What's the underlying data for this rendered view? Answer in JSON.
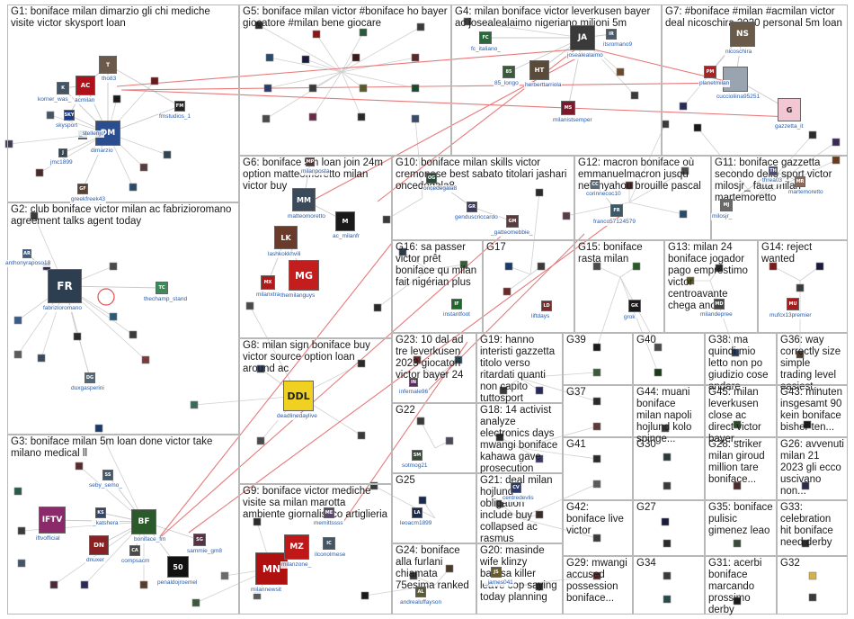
{
  "groups": [
    {
      "id": "G1",
      "title": "G1: boniface milan dimarzio gli chi mediche visite victor skysport loan"
    },
    {
      "id": "G2",
      "title": "G2: club boniface victor milan ac fabrizioromano agreement talks agent today"
    },
    {
      "id": "G3",
      "title": "G3: boniface milan 5m loan done victor take milano medical ll"
    },
    {
      "id": "G4",
      "title": "G4: milan boniface victor leverkusen bayer ac josealealaimo nigeriano milioni 5m"
    },
    {
      "id": "G5",
      "title": "G5: boniface milan victor #boniface ho bayer giocatore #milan bene giocare"
    },
    {
      "id": "G6",
      "title": "G6: boniface 5m loan join 24m option matteomoretto milan victor buy"
    },
    {
      "id": "G7",
      "title": "G7: #boniface #milan #acmilan victor deal nicoschira 2030 personal 5m loan"
    },
    {
      "id": "G8",
      "title": "G8: milan sign boniface buy victor source option loan around ac"
    },
    {
      "id": "G9",
      "title": "G9: boniface victor mediche visite sa milan marotta ambiente giornalistico artiglieria"
    },
    {
      "id": "G10",
      "title": "G10: boniface milan skills victor cremonese best sabato titolari jashari oncedegala8"
    },
    {
      "id": "G11",
      "title": "G11: boniface gazzetta secondo dello sport victor milosjr_ fatta milan martemoretto"
    },
    {
      "id": "G12",
      "title": "G12: macron boniface où emmanuelmacron jusqu netanyahou brouille pascal"
    },
    {
      "id": "G13",
      "title": "G13: milan 24 boniface jogador pago empréstimo victor centroavante chega anos"
    },
    {
      "id": "G14",
      "title": "G14: reject wanted"
    },
    {
      "id": "G15",
      "title": "G15: boniface rasta milan"
    },
    {
      "id": "G16",
      "title": "G16: sa passer victor prêt boniface qu milan fait nigérian plus"
    },
    {
      "id": "G17",
      "title": "G17"
    },
    {
      "id": "G18",
      "title": "G18: 14 activist analyze electronics days mwangi boniface kahawa gave prosecution"
    },
    {
      "id": "G19",
      "title": "G19: hanno interisti gazzetta titolo verso ritardati quanti non capito tuttosport"
    },
    {
      "id": "G20",
      "title": "G20: masinde wife klinzy barasa killer leave cop saying today planning"
    },
    {
      "id": "G21",
      "title": "G21: deal milan hojlund obligation include buy collapsed ac rasmus"
    },
    {
      "id": "G22",
      "title": "G22"
    },
    {
      "id": "G23",
      "title": "G23: 10 dal ad tre leverkusen 2023 giocatori victor bayer 24"
    },
    {
      "id": "G24",
      "title": "G24: boniface alla furlani chiamata 75esima ranked"
    },
    {
      "id": "G25",
      "title": "G25"
    },
    {
      "id": "G26",
      "title": "G26: avvenuti milan 21 2023 gli ecco uscivano non..."
    },
    {
      "id": "G27",
      "title": "G27"
    },
    {
      "id": "G28",
      "title": "G28: striker milan giroud million tare boniface..."
    },
    {
      "id": "G29",
      "title": "G29: mwangi accused possession boniface..."
    },
    {
      "id": "G30",
      "title": "G30"
    },
    {
      "id": "G31",
      "title": "G31: acerbi boniface marcando prossimo derby"
    },
    {
      "id": "G32",
      "title": "G32"
    },
    {
      "id": "G33",
      "title": "G33: celebration hit boniface need derby"
    },
    {
      "id": "G34",
      "title": "G34"
    },
    {
      "id": "G35",
      "title": "G35: boniface pulisic gimenez leao"
    },
    {
      "id": "G36",
      "title": "G36: way correctly size simple trading level easiest..."
    },
    {
      "id": "G37",
      "title": "G37"
    },
    {
      "id": "G38",
      "title": "G38: ma quindi mio letto non po giudizio cose andare"
    },
    {
      "id": "G39",
      "title": "G39"
    },
    {
      "id": "G40",
      "title": "G40"
    },
    {
      "id": "G41",
      "title": "G41"
    },
    {
      "id": "G42",
      "title": "G42: boniface live victor"
    },
    {
      "id": "G43",
      "title": "G43: minuten insgesamt 90 kein boniface bisher ten..."
    },
    {
      "id": "G44",
      "title": "G44: muani boniface milan napoli hojlund kolo spinge..."
    },
    {
      "id": "G45",
      "title": "G45: milan leverkusen close ac direct victor bayer..."
    }
  ],
  "nodes": [
    {
      "label": "dimarzio",
      "initials": "DM",
      "color": "#2a4d8f"
    },
    {
      "label": "acmilan",
      "initials": "AC",
      "color": "#b0101a"
    },
    {
      "label": "skysport",
      "initials": "SKY",
      "color": "#1d3b8c"
    },
    {
      "label": "korner_was_",
      "initials": "K",
      "color": "#445566"
    },
    {
      "label": "tho83",
      "initials": "T",
      "color": "#6b5a4a"
    },
    {
      "label": "jmc1899",
      "initials": "J",
      "color": "#334455"
    },
    {
      "label": "fmstudios_1",
      "initials": "FM",
      "color": "#222222"
    },
    {
      "label": "greekfreek43",
      "initials": "GF",
      "color": "#5a4030"
    },
    {
      "label": "_stellenjo",
      "initials": "S",
      "color": "#3a6a8a"
    },
    {
      "label": "fabrizioromano",
      "initials": "FR",
      "color": "#2d3e50"
    },
    {
      "label": "anthonyraposo18",
      "initials": "AR",
      "color": "#3b5f8a"
    },
    {
      "label": "thechamp_stand",
      "initials": "TC",
      "color": "#3a8a5a"
    },
    {
      "label": "duxgasperini",
      "initials": "DG",
      "color": "#556677"
    },
    {
      "label": "iftvofficial",
      "initials": "IFTV",
      "color": "#8a2a6a"
    },
    {
      "label": "seby_semo_",
      "initials": "SS",
      "color": "#445a6a"
    },
    {
      "label": "boniface_fm",
      "initials": "BF",
      "color": "#2a5a2a"
    },
    {
      "label": "sammie_gm8",
      "initials": "SG",
      "color": "#553344"
    },
    {
      "label": "compsacm",
      "initials": "CA",
      "color": "#4a4a4a"
    },
    {
      "label": "penaldojroemel",
      "initials": "50",
      "color": "#111111"
    },
    {
      "label": "dnuxer",
      "initials": "DN",
      "color": "#882222"
    },
    {
      "label": "_katshera",
      "initials": "KS",
      "color": "#334466"
    },
    {
      "label": "josealealaimo",
      "initials": "JA",
      "color": "#3a3a3a"
    },
    {
      "label": "fc_italiano_",
      "initials": "FC",
      "color": "#2a6a3a"
    },
    {
      "label": "85_longo",
      "initials": "85",
      "color": "#3a5a3a"
    },
    {
      "label": "herberttarriola",
      "initials": "HT",
      "color": "#5a4a3a"
    },
    {
      "label": "milanistsemper",
      "initials": "MS",
      "color": "#7a1a2a"
    },
    {
      "label": "itsromano9",
      "initials": "IR",
      "color": "#4a5a6a"
    },
    {
      "label": "nicoschira",
      "initials": "NS",
      "color": "#6a5a4a"
    },
    {
      "label": "cuccioliina95251",
      "initials": "",
      "color": "#9aa4b0"
    },
    {
      "label": "gazzetta_it",
      "initials": "G",
      "color": "#f3c6d4"
    },
    {
      "label": "planetmilan",
      "initials": "PM",
      "color": "#aa2222"
    },
    {
      "label": "matteomoretto",
      "initials": "MM",
      "color": "#3a4a5a"
    },
    {
      "label": "ac_milanfr",
      "initials": "M",
      "color": "#1a1a1a"
    },
    {
      "label": "milanposta",
      "initials": "MP",
      "color": "#553333"
    },
    {
      "label": "lashkokkhvili",
      "initials": "LK",
      "color": "#6a3a2a"
    },
    {
      "label": "milanxtra",
      "initials": "MX",
      "color": "#b01a1a"
    },
    {
      "label": "themilanguys",
      "initials": "MG",
      "color": "#c41d1d"
    },
    {
      "label": "deadlinedaylive",
      "initials": "DDL",
      "color": "#f0d020"
    },
    {
      "label": "milannewsit",
      "initials": "MN",
      "color": "#b01010"
    },
    {
      "label": "milanzone_",
      "initials": "MZ",
      "color": "#c01818"
    },
    {
      "label": "ilconolmese",
      "initials": "IC",
      "color": "#445566"
    },
    {
      "label": "memittssss",
      "initials": "ME",
      "color": "#5a4a6a"
    },
    {
      "label": "oncedegala8",
      "initials": "OG",
      "color": "#2a4a3a"
    },
    {
      "label": "genduscriccardo",
      "initials": "GR",
      "color": "#3a3a5a"
    },
    {
      "label": "_gatteomebbie_",
      "initials": "GM",
      "color": "#5a3a3a"
    },
    {
      "label": "corinnecoc10",
      "initials": "CC",
      "color": "#5a6a7a"
    },
    {
      "label": "franco57124579",
      "initials": "FR",
      "color": "#3a5a6a"
    },
    {
      "label": "milosjr_",
      "initials": "MJ",
      "color": "#6a6a6a"
    },
    {
      "label": "threa03",
      "initials": "TH",
      "color": "#4a4a7a"
    },
    {
      "label": "martemoretto",
      "initials": "MR",
      "color": "#8a6a5a"
    },
    {
      "label": "instantfoot",
      "initials": "IF",
      "color": "#1a6a2a"
    },
    {
      "label": "liftdays",
      "initials": "LD",
      "color": "#7a2a2a"
    },
    {
      "label": "grok",
      "initials": "GK",
      "color": "#1a1a1a"
    },
    {
      "label": "milandepree",
      "initials": "MD",
      "color": "#444444"
    },
    {
      "label": "mufcx13premier",
      "initials": "MU",
      "color": "#aa1a1a"
    },
    {
      "label": "infernale96",
      "initials": "IN",
      "color": "#5a2a5a"
    },
    {
      "label": "sotmog21",
      "initials": "SM",
      "color": "#3a4a3a"
    },
    {
      "label": "centredevlis",
      "initials": "CV",
      "color": "#2a3a6a"
    },
    {
      "label": "leoacm1899",
      "initials": "LA",
      "color": "#1a2a4a"
    },
    {
      "label": "andrealuffayson",
      "initials": "AL",
      "color": "#5a5a3a"
    },
    {
      "label": "_james041",
      "initials": "JS",
      "color": "#6a5a2a"
    }
  ]
}
